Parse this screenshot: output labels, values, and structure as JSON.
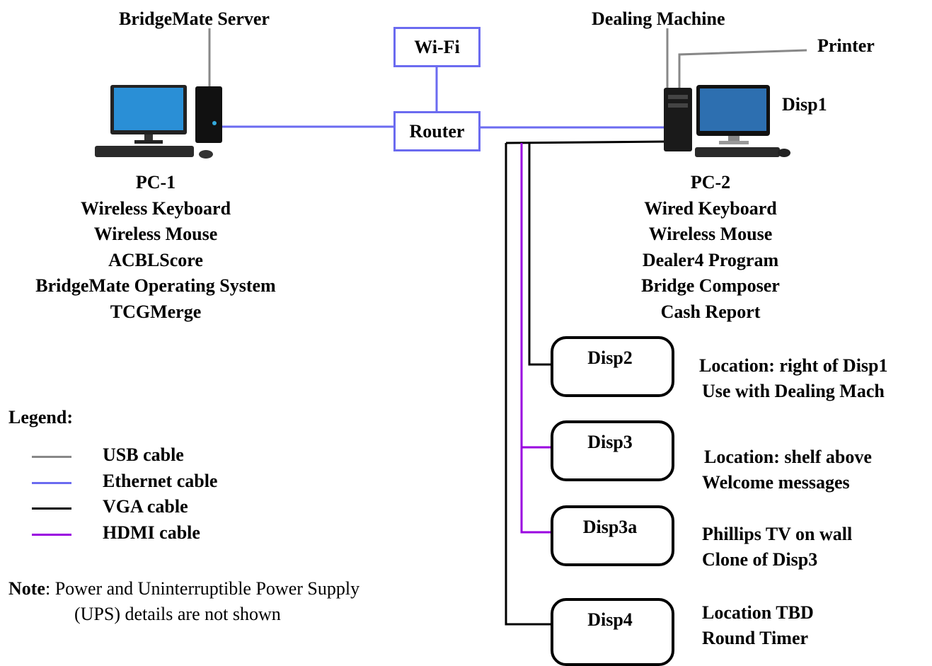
{
  "colors": {
    "usb": "#888888",
    "ethernet": "#6b6bf0",
    "vga": "#000000",
    "hdmi": "#9a00e0"
  },
  "pc1": {
    "server_label": "BridgeMate Server",
    "lines": [
      "PC-1",
      "Wireless Keyboard",
      "Wireless Mouse",
      "ACBLScore",
      "BridgeMate Operating System",
      "TCGMerge"
    ]
  },
  "pc2": {
    "dealing_machine_label": "Dealing Machine",
    "printer_label": "Printer",
    "disp1_label": "Disp1",
    "lines": [
      "PC-2",
      "Wired Keyboard",
      "Wireless Mouse",
      "Dealer4 Program",
      "Bridge Composer",
      "Cash Report"
    ]
  },
  "network": {
    "wifi_label": "Wi-Fi",
    "router_label": "Router"
  },
  "displays": [
    {
      "name": "Disp2",
      "info": [
        "Location: right of Disp1",
        "Use with Dealing Mach"
      ]
    },
    {
      "name": "Disp3",
      "info": [
        "Location: shelf above",
        "Welcome messages"
      ]
    },
    {
      "name": "Disp3a",
      "info": [
        "Phillips TV on wall",
        "Clone of Disp3"
      ]
    },
    {
      "name": "Disp4",
      "info": [
        "Location TBD",
        "Round Timer"
      ]
    }
  ],
  "legend": {
    "title": "Legend:",
    "items": [
      {
        "label": "USB cable",
        "color_key": "usb"
      },
      {
        "label": "Ethernet cable",
        "color_key": "ethernet"
      },
      {
        "label": "VGA cable",
        "color_key": "vga"
      },
      {
        "label": "HDMI cable",
        "color_key": "hdmi"
      }
    ]
  },
  "note": {
    "bold": "Note",
    "line1": ": Power and Uninterruptible Power Supply",
    "line2": "(UPS) details are not shown"
  }
}
